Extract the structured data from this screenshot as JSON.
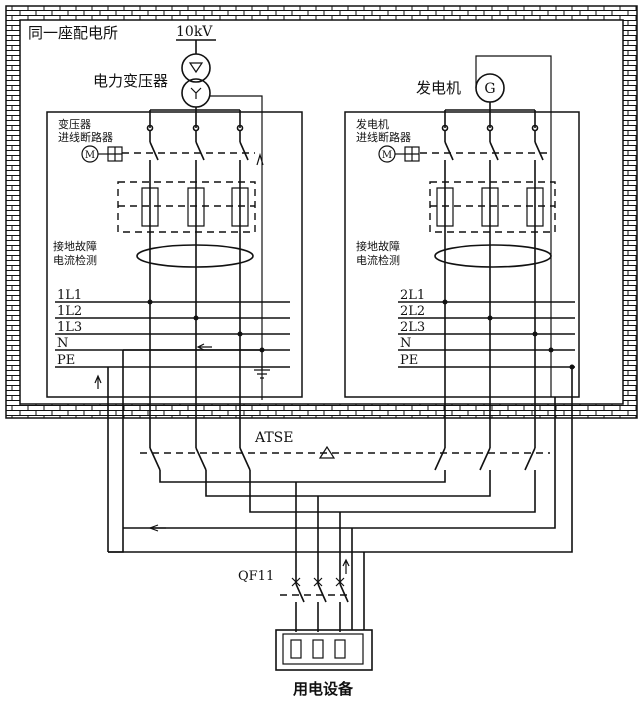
{
  "building": {
    "title": "同一座配电所"
  },
  "transformer": {
    "voltage": "10kV",
    "label": "电力变压器",
    "symbol_top": "▽",
    "symbol_bottom": "Y"
  },
  "generator": {
    "label": "发电机",
    "symbol": "G"
  },
  "left_panel": {
    "breaker_label_1": "变压器",
    "breaker_label_2": "进线断路器",
    "motor_symbol": "M",
    "fault_label_1": "接地故障",
    "fault_label_2": "电流检测",
    "buses": [
      "1L1",
      "1L2",
      "1L3",
      "N",
      "PE"
    ]
  },
  "right_panel": {
    "breaker_label_1": "发电机",
    "breaker_label_2": "进线断路器",
    "motor_symbol": "M",
    "fault_label_1": "接地故障",
    "fault_label_2": "电流检测",
    "buses": [
      "2L1",
      "2L2",
      "2L3",
      "N",
      "PE"
    ]
  },
  "atse": {
    "label": "ATSE"
  },
  "qf": {
    "label": "QF11"
  },
  "load": {
    "label": "用电设备"
  }
}
